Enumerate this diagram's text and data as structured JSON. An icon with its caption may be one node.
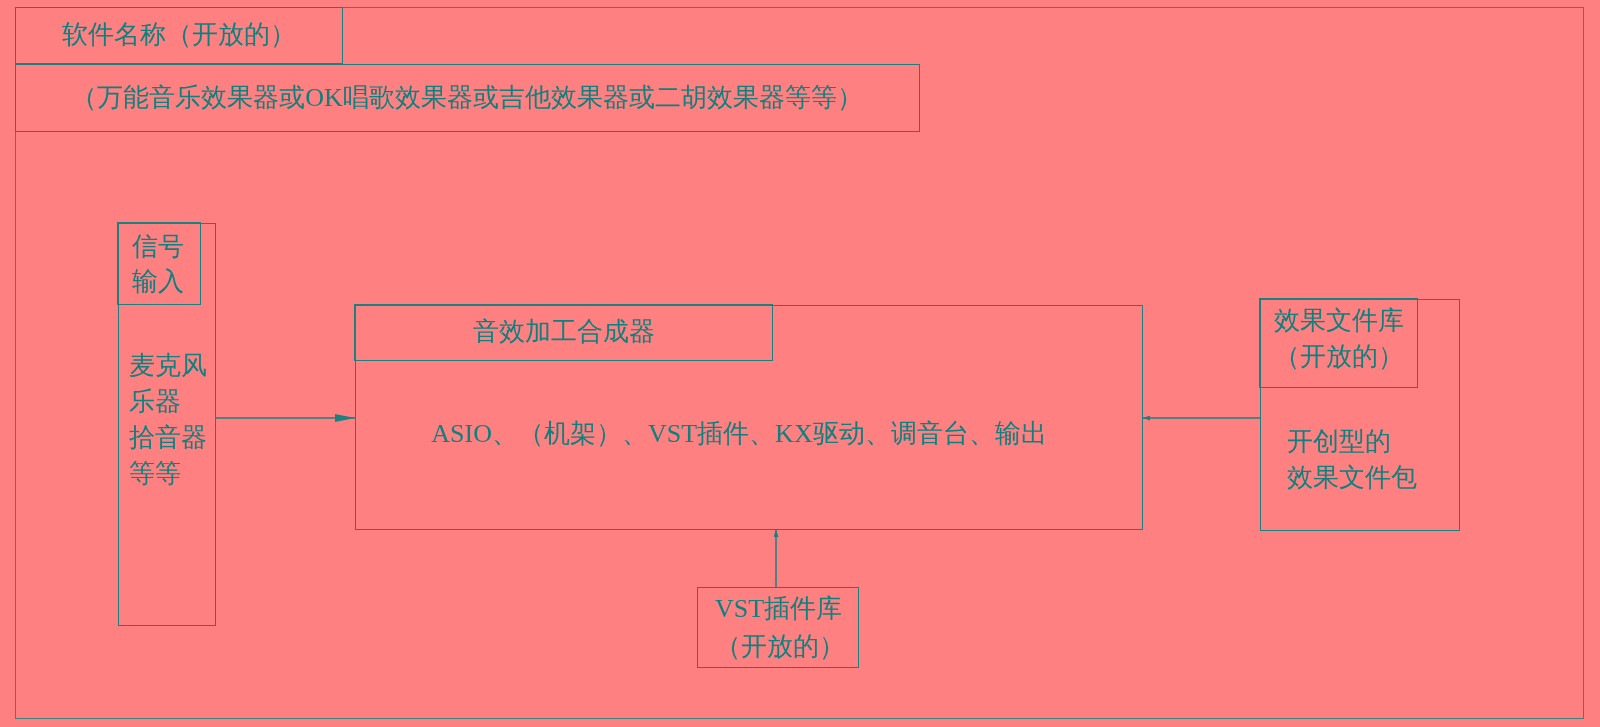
{
  "diagram": {
    "nodes": [
      {
        "text": [
          "软件名称（开放的）",
          "（万能音乐效果器或OK唱歌效果器或吉他效果器或二胡效果器等等）"
        ]
      },
      {
        "text": [
          "信号输入",
          "麦克风",
          "乐器",
          "拾音器",
          "等等"
        ],
        "in": 0
      },
      {
        "text": [
          "音效加工合成器",
          "ASIO、（机架）、VST插件、KX驱动、调音台、输出"
        ],
        "in": 0
      },
      {
        "text": [
          "效果文件库（开放的）",
          "开创型的效果文件包"
        ],
        "in": 0
      },
      {
        "text": [
          "VST插件库（开放的）"
        ],
        "in": 0
      }
    ],
    "edges": [
      {
        "from": 1,
        "to": 2,
        "arrow": "to"
      },
      {
        "from": 3,
        "to": 2,
        "arrow": "to"
      },
      {
        "from": 4,
        "to": 2,
        "arrow": "to"
      }
    ]
  }
}
